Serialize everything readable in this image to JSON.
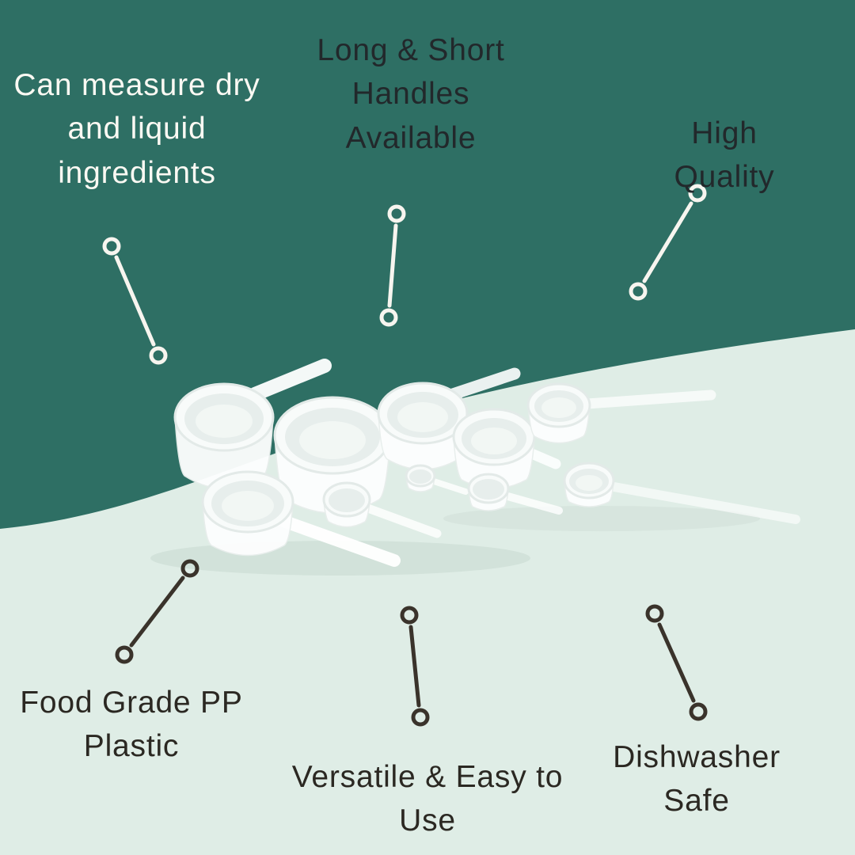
{
  "colors": {
    "teal": "#2E6F64",
    "mint": "#DFEDE6",
    "lightText": "#FBF9F3",
    "darkText": "#22282B",
    "bottomText": "#2B2822",
    "lineLight": "#F7F5EF",
    "lineDark": "#3A332B",
    "plastic": "#FFFFFF"
  },
  "callouts": [
    {
      "id": "measure-dry-liquid",
      "label": "Can measure dry\nand liquid\ningredients"
    },
    {
      "id": "long-short-handles",
      "label": "Long & Short\nHandles\nAvailable"
    },
    {
      "id": "high-quality",
      "label": "High Quality"
    },
    {
      "id": "food-grade",
      "label": "Food Grade PP\nPlastic"
    },
    {
      "id": "versatile",
      "label": "Versatile & Easy to\nUse"
    },
    {
      "id": "dishwasher-safe",
      "label": "Dishwasher Safe"
    }
  ],
  "product": {
    "alt": "Set of translucent white plastic measuring scoops and spoons with long and short handles"
  }
}
